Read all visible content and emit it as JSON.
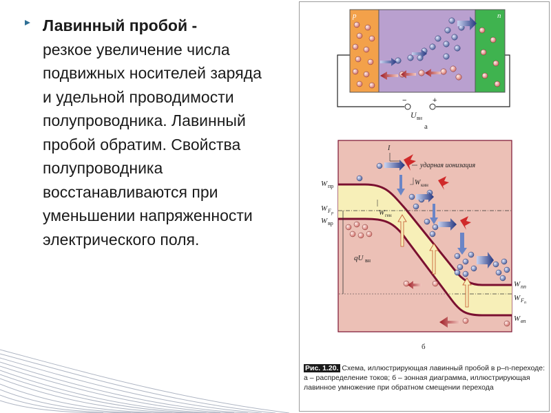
{
  "slide": {
    "heading_bold": "Лавинный пробой -",
    "paragraph": "резкое увеличение числа подвижных носителей заряда и удельной проводимости полупроводника. Лавинный пробой обратим. Свойства полупроводника восстанавливаются при уменьшении напряженности электрического поля."
  },
  "figure": {
    "top": {
      "p_label": "p",
      "n_label": "n",
      "minus": "−",
      "plus": "+",
      "u_symbol": "U",
      "u_sub": "вн",
      "panel_letter": "а"
    },
    "bottom": {
      "i_label": "I",
      "ionization_label": "ударная ионизация",
      "w_label": "W",
      "w_pr_sub": "пр",
      "w_fp_sub": "F",
      "w_fp_subsub": "p",
      "w_vr_sub": "вр",
      "w_gen_sub": "ген",
      "w_kin_sub": "кин",
      "qu_label": "qU",
      "qu_sub": "вн",
      "w_pn_sub": "пn",
      "w_fn_sub": "F",
      "w_fn_subsub": "n",
      "w_vn_sub": "вn",
      "panel_letter": "б"
    },
    "caption_label": "Рис. 1.20.",
    "caption_text": " Схема, иллюстрирующая лавинный пробой в p–n-переходе: а – распределение токов; б – зонная диаграмма, иллюстрирующая лавинное умножение при обратном смещении перехода",
    "colors": {
      "p_region": "#f3a14a",
      "junction": "#b9a0cf",
      "n_region": "#3fb34f",
      "band_bg": "#ecc0b6",
      "band_fill": "#f7efb8",
      "band_line": "#7a1030",
      "electron": "#5a6fa8",
      "hole": "#e08a86",
      "arrow_red": "#b0202a",
      "arrow_blue": "#2c3f93"
    }
  }
}
